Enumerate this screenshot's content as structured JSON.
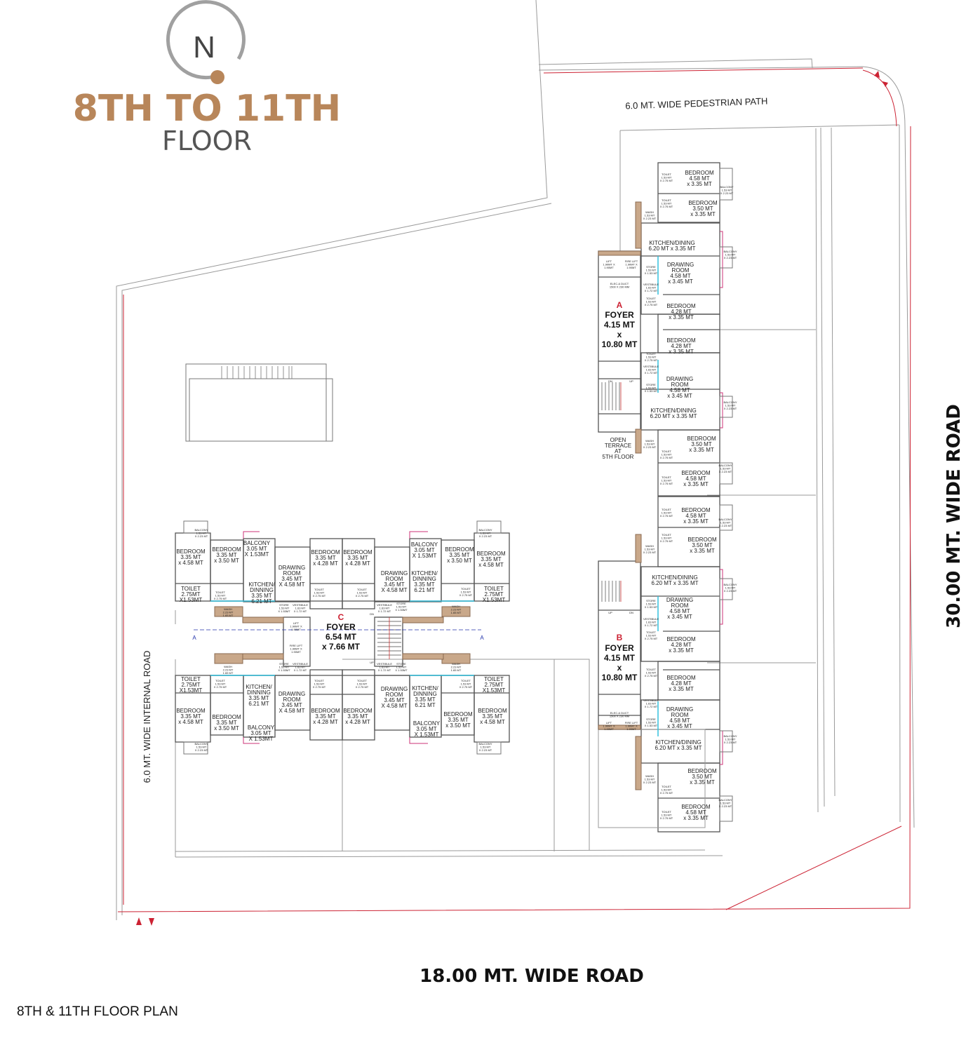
{
  "compass": {
    "letter": "N"
  },
  "heading": {
    "floors": "8TH TO 11TH",
    "word": "FLOOR"
  },
  "plan_caption": "8TH & 11TH FLOOR PLAN",
  "roads": {
    "pedestrian": "6.0 MT. WIDE PEDESTRIAN PATH",
    "internal": "6.0 MT. WIDE INTERNAL ROAD",
    "south": "18.00 MT. WIDE ROAD",
    "east": "30.00 MT. WIDE ROAD"
  },
  "wings": {
    "a": {
      "tag": "A",
      "foyer": [
        "FOYER",
        "4.15 MT",
        "x",
        "10.80 MT"
      ]
    },
    "b": {
      "tag": "B",
      "foyer": [
        "FOYER",
        "4.15 MT",
        "x",
        "10.80 MT"
      ]
    },
    "c": {
      "tag": "C",
      "foyer": [
        "FOYER",
        "6.54 MT",
        "x 7.66 MT"
      ]
    }
  },
  "open_terrace": [
    "OPEN",
    "TERRACE",
    "AT",
    "5TH FLOOR"
  ],
  "colors": {
    "brand": "#b8865a",
    "boundary": "#cc2233",
    "wall": "#555555"
  },
  "rooms_east": {
    "a_top": [
      [
        "BEDROOM",
        "4.58 MT",
        "x 3.35 MT"
      ],
      [
        "BEDROOM",
        "3.50 MT",
        "x 3.35 MT"
      ],
      [
        "KITCHEN/DINING",
        "6.20 MT x 3.35 MT"
      ],
      [
        "DRAWING",
        "ROOM",
        "4.58 MT",
        "x 3.45 MT"
      ],
      [
        "BEDROOM",
        "4.28 MT",
        "x 3.35 MT"
      ]
    ],
    "a_bottom": [
      [
        "BEDROOM",
        "4.28 MT",
        "x 3.35 MT"
      ],
      [
        "DRAWING",
        "ROOM",
        "4.58 MT",
        "x 3.45 MT"
      ],
      [
        "KITCHEN/DINING",
        "6.20 MT x 3.35 MT"
      ],
      [
        "BEDROOM",
        "3.50 MT",
        "x 3.35 MT"
      ],
      [
        "BEDROOM",
        "4.58 MT",
        "x 3.35 MT"
      ]
    ],
    "b_top": [
      [
        "BEDROOM",
        "4.58 MT",
        "x 3.35 MT"
      ],
      [
        "BEDROOM",
        "3.50 MT",
        "x 3.35 MT"
      ],
      [
        "KITCHEN/DINING",
        "6.20 MT x 3.35 MT"
      ],
      [
        "DRAWING",
        "ROOM",
        "4.58 MT",
        "x 3.45 MT"
      ],
      [
        "BEDROOM",
        "4.28 MT",
        "x 3.35 MT"
      ]
    ],
    "b_bottom": [
      [
        "BEDROOM",
        "4.28 MT",
        "x 3.35 MT"
      ],
      [
        "DRAWING",
        "ROOM",
        "4.58 MT",
        "x 3.45 MT"
      ],
      [
        "KITCHEN/DINING",
        "6.20 MT x 3.35 MT"
      ],
      [
        "BEDROOM",
        "3.50 MT",
        "x 3.35 MT"
      ],
      [
        "BEDROOM",
        "4.58 MT",
        "x 3.35 MT"
      ]
    ]
  },
  "rooms_west": {
    "bedroom_a": [
      "BEDROOM",
      "3.35 MT",
      "x 4.58 MT"
    ],
    "bedroom_b": [
      "BEDROOM",
      "3.35 MT",
      "x 3.50 MT"
    ],
    "bedroom_c": [
      "BEDROOM",
      "3.35 MT",
      "x 4.28 MT"
    ],
    "drawing_n": [
      "DRAWING",
      "ROOM",
      "3.45 MT",
      "X 4.58 MT"
    ],
    "drawing_s": [
      "DRAWING",
      "ROOM",
      "3.45 MT",
      "X 4.58 MT"
    ],
    "kitchen_l": [
      "KITCHEN/",
      "DINNING",
      "3.35 MT",
      "6.21 MT"
    ],
    "kitchen_r": [
      "KITCHEN/",
      "DINNING",
      "3.35 MT",
      "6.21 MT"
    ],
    "balcony": [
      "BALCONY",
      "3.05 MT",
      "X 1.53MT"
    ],
    "toilet": [
      "TOILET",
      "2.75MT",
      "X1.53MT"
    ],
    "wash": [
      "WASH",
      "2.23 MT",
      "1.65 MT"
    ],
    "store": [
      "STORE",
      "1.53 MT",
      "X 1.53MT"
    ]
  },
  "small_labels": {
    "toilet": [
      "TOILET",
      "1.53 MT",
      "X 2.75 MT"
    ],
    "wash": [
      "WASH",
      "1.53 MT",
      "X 2.23 MT"
    ],
    "store": [
      "STORE",
      "1.53 MT",
      "X 1.53 MT"
    ],
    "vestibule": [
      "VESTIBULE",
      "1.63 MT",
      "X 1.72 MT"
    ],
    "balcony": [
      "BALCONY",
      "1.53 MT",
      "X 2.23 MT"
    ],
    "lift": [
      "LIFT",
      "1.90MT X",
      "1.90MT"
    ],
    "fire_lift": [
      "FIRE LIFT",
      "1.90MT X",
      "1.90MT"
    ],
    "duct": [
      "ELEC.& DUCT",
      "1500 X 230 MM"
    ],
    "dn": "DN",
    "up": "UP",
    "section": "A"
  }
}
